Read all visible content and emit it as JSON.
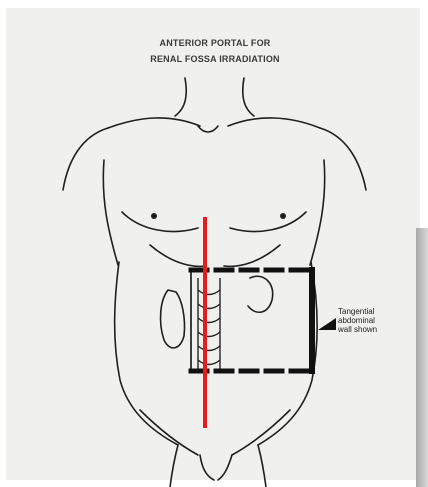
{
  "title": {
    "line1": "ANTERIOR PORTAL FOR",
    "line2": "RENAL FOSSA IRRADIATION"
  },
  "annotation": {
    "line1": "Tangential",
    "line2": "abdominal",
    "line3": "wall shown"
  },
  "colors": {
    "panel": "#f0f0ef",
    "outline": "#222222",
    "portal": "#111111",
    "midline": "#e31c1c"
  }
}
